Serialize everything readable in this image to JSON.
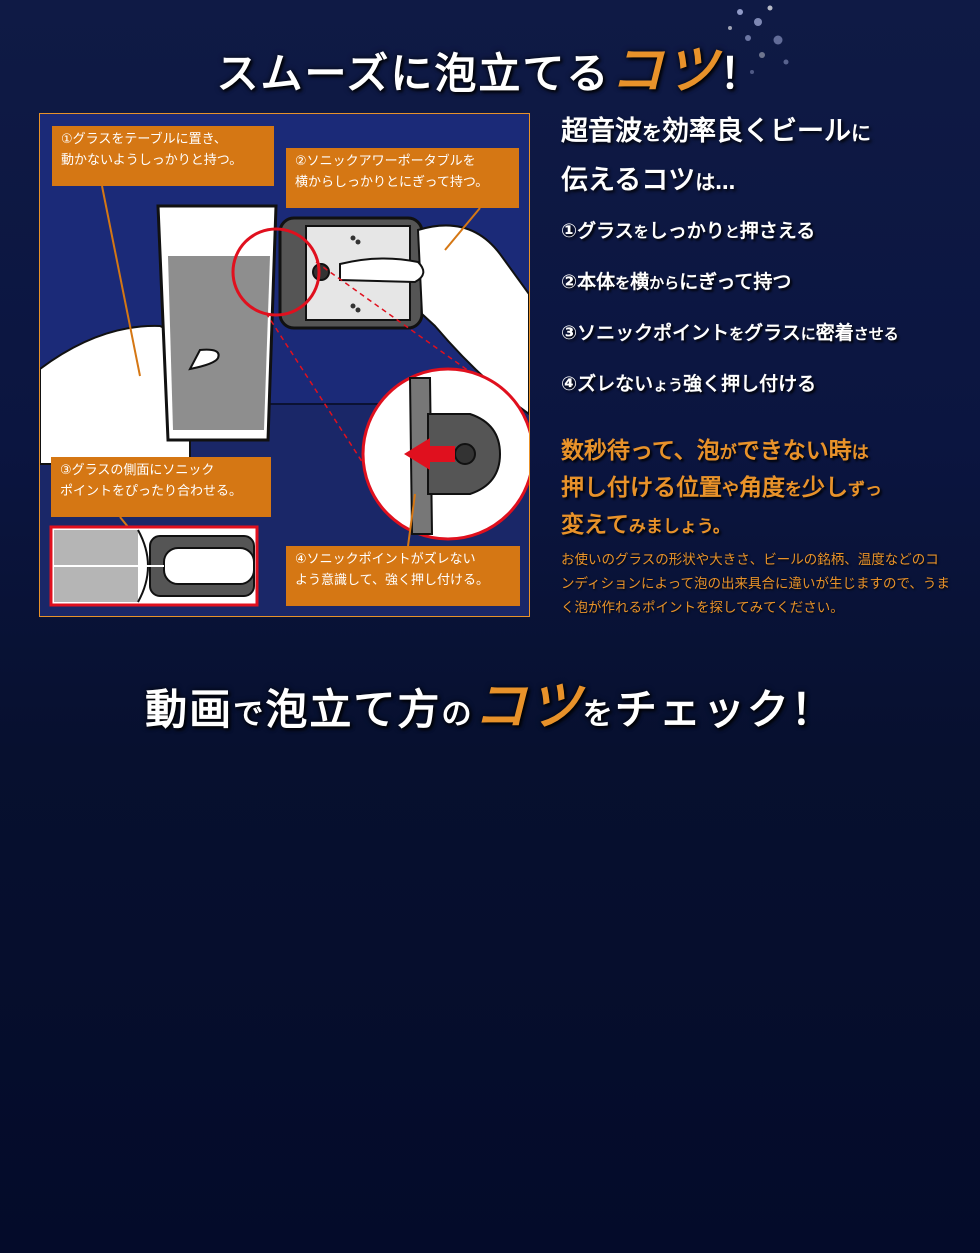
{
  "heading_top": {
    "text": "スムーズに泡立てる",
    "accent": "コツ",
    "suffix": "！"
  },
  "illustration": {
    "callout_1": "①グラスをテーブルに置き、\n動かないようしっかりと持つ。",
    "callout_2": "②ソニックアワーポータブルを\n横からしっかりとにぎって持つ。",
    "callout_3": "③グラスの側面にソニック\nポイントをぴったり合わせる。",
    "callout_4": "④ソニックポイントがズレない\nよう意識して、強く押し付ける。"
  },
  "tips": {
    "headline_1a": "超音波",
    "headline_1b": "を",
    "headline_1c": "効率良くビール",
    "headline_1d": "に",
    "headline_2a": "伝えるコツ",
    "headline_2b": "は…",
    "tip_1a": "①グラス",
    "tip_1b": "を",
    "tip_1c": "しっかり",
    "tip_1d": "と",
    "tip_1e": "押さえる",
    "tip_2a": "②本体",
    "tip_2b": "を",
    "tip_2c": "横",
    "tip_2d": "から",
    "tip_2e": "にぎって持つ",
    "tip_3a": "③ソニックポイント",
    "tip_3b": "を",
    "tip_3c": "グラス",
    "tip_3d": "に",
    "tip_3e": "密着",
    "tip_3f": "させる",
    "tip_4a": "④ズレない",
    "tip_4b": "ょう",
    "tip_4c": "強く押し付ける"
  },
  "advice": {
    "line_1a": "数秒待って、泡",
    "line_1b": "が",
    "line_1c": "できない時",
    "line_1d": "は",
    "line_2a": "押し付ける位置",
    "line_2b": "や",
    "line_2c": "角度",
    "line_2d": "を",
    "line_2e": "少し",
    "line_2f": "ずっ",
    "line_3a": "変えて",
    "line_3b": "みましょう。",
    "note": "お使いのグラスの形状や大きさ、ビールの銘柄、温度などのコンディションによって泡の出来具合に違いが生じますので、うまく泡が作れるポイントを探してみてください。"
  },
  "heading_bottom": {
    "a": "動画",
    "b": "で",
    "c": "泡立て方",
    "d": "の",
    "accent": "コツ",
    "e": "を",
    "f": "チェック",
    "suffix": "！"
  },
  "colors": {
    "accent": "#e8922a",
    "callout": "#d57714",
    "background": "#0b1540",
    "highlight": "#e0101e"
  }
}
